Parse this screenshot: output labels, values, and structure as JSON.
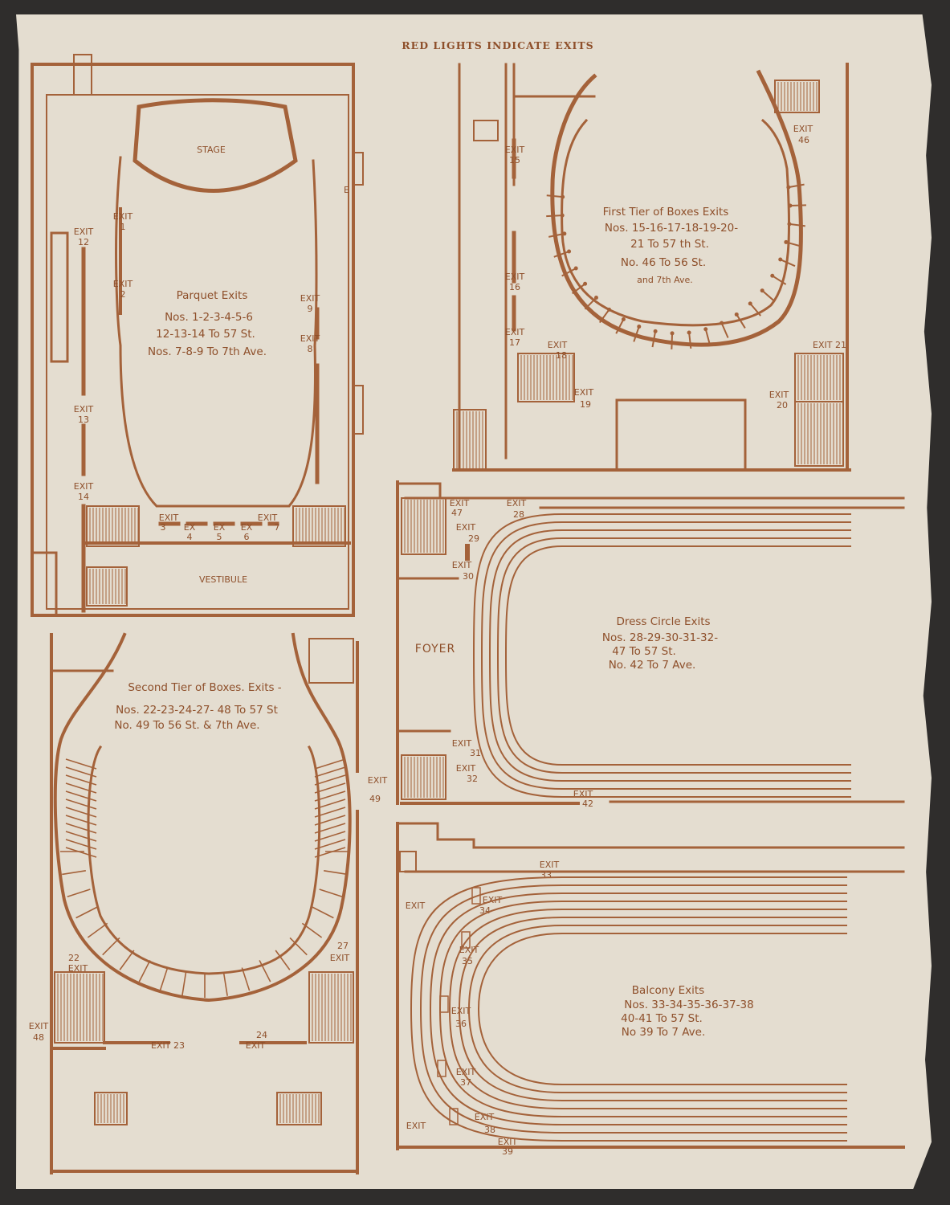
{
  "header": "RED LIGHTS INDICATE EXITS",
  "colors": {
    "paper": "#e4ddd0",
    "ink": "#a4623a",
    "background": "#2f2d2c"
  },
  "plans": {
    "parquet": {
      "stage_label": "STAGE",
      "vestibule_label": "VESTIBULE",
      "title": "Parquet Exits",
      "lines": [
        "Nos. 1-2-3-4-5-6",
        "12-13-14 To 57 St.",
        "Nos. 7-8-9 To 7th Ave."
      ],
      "exits": {
        "e1": [
          "EXIT",
          "1"
        ],
        "e2": [
          "EXIT",
          "2"
        ],
        "e3": [
          "EXIT",
          "3"
        ],
        "e4": [
          "EX",
          "4"
        ],
        "e5": [
          "EX",
          "5"
        ],
        "e6": [
          "EX",
          "6"
        ],
        "e7": [
          "EXIT",
          "7"
        ],
        "e8": [
          "EXIT",
          "8"
        ],
        "e9": [
          "EXIT",
          "9"
        ],
        "e12": [
          "EXIT",
          "12"
        ],
        "e13": [
          "EXIT",
          "13"
        ],
        "e14": [
          "EXIT",
          "14"
        ]
      },
      "marker": "E"
    },
    "first_tier": {
      "title": "First Tier of Boxes Exits",
      "lines": [
        "Nos. 15-16-17-18-19-20-",
        "21 To 57 th St.",
        "No. 46 To 56 St.",
        "and 7th Ave."
      ],
      "exits": {
        "e15": [
          "EXIT",
          "15"
        ],
        "e16": [
          "EXIT",
          "16"
        ],
        "e17": [
          "EXIT",
          "17"
        ],
        "e18": [
          "EXIT",
          "18"
        ],
        "e19": [
          "EXIT",
          "19"
        ],
        "e20": [
          "EXIT",
          "20"
        ],
        "e21": [
          "EXIT 21"
        ],
        "e46": [
          "EXIT",
          "46"
        ]
      }
    },
    "dress_circle": {
      "foyer_label": "FOYER",
      "title": "Dress Circle Exits",
      "lines": [
        "Nos. 28-29-30-31-32-",
        "47 To 57 St.",
        "No. 42 To 7 Ave."
      ],
      "exits": {
        "e47": [
          "EXIT",
          "47"
        ],
        "e28": [
          "EXIT",
          "28"
        ],
        "e29": [
          "EXIT",
          "29"
        ],
        "e30": [
          "EXIT",
          "30"
        ],
        "e31": [
          "EXIT",
          "31"
        ],
        "e32": [
          "EXIT",
          "32"
        ],
        "e42": [
          "EXIT",
          "42"
        ]
      }
    },
    "second_tier": {
      "title": "Second Tier of Boxes. Exits -",
      "lines": [
        "Nos. 22-23-24-27- 48 To 57 St",
        "No. 49 To 56 St. & 7th Ave."
      ],
      "exits": {
        "e22": [
          "22",
          "EXIT"
        ],
        "e23": [
          "EXIT 23"
        ],
        "e24": [
          "24",
          "EXIT"
        ],
        "e27": [
          "27",
          "EXIT"
        ],
        "e48": [
          "EXIT",
          "48"
        ],
        "e49": [
          "EXIT",
          "49"
        ]
      }
    },
    "balcony": {
      "title": "Balcony Exits",
      "lines": [
        "Nos. 33-34-35-36-37-38",
        "40-41 To 57 St.",
        "No 39 To 7 Ave."
      ],
      "exits": {
        "e33": [
          "EXIT",
          "33"
        ],
        "e34": [
          "EXIT",
          "34"
        ],
        "e35": [
          "EXIT",
          "35"
        ],
        "e36": [
          "EXIT",
          "36"
        ],
        "e37": [
          "EXIT",
          "37"
        ],
        "e38": [
          "EXIT",
          "38"
        ],
        "e39": [
          "EXIT",
          "39"
        ],
        "e40": [
          "EXIT"
        ],
        "e41": [
          "EXIT"
        ]
      }
    }
  }
}
